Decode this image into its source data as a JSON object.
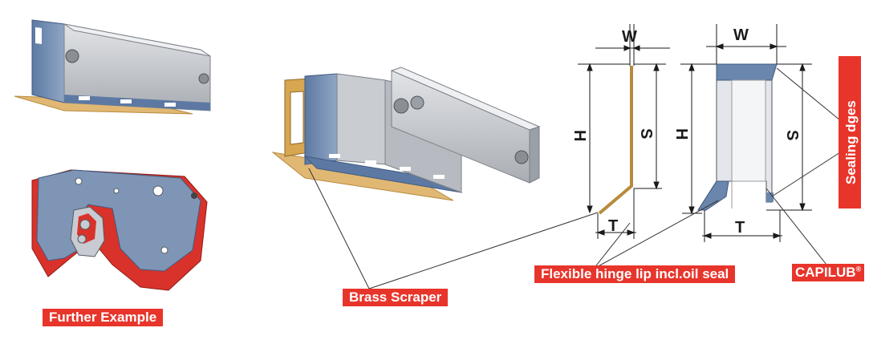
{
  "labels": {
    "further_example": "Further Example",
    "brass_scraper": "Brass Scraper",
    "flexible_hinge_lip": "Flexible hinge lip incl.oil seal",
    "capilub": "CAPILUB",
    "capilub_mark": "®",
    "sealing_edges": "Sealing dges"
  },
  "dimensions": {
    "w_left": "W",
    "h_left": "H",
    "s_left": "S",
    "t_left": "T",
    "w_right": "W",
    "h_right": "H",
    "s_right": "S",
    "t_right": "T"
  },
  "colors": {
    "label_red": "#e8352b",
    "steel": "#c9ccd0",
    "blue": "#6b86ad",
    "brass": "#c9953f",
    "seal_red": "#d9322a"
  }
}
